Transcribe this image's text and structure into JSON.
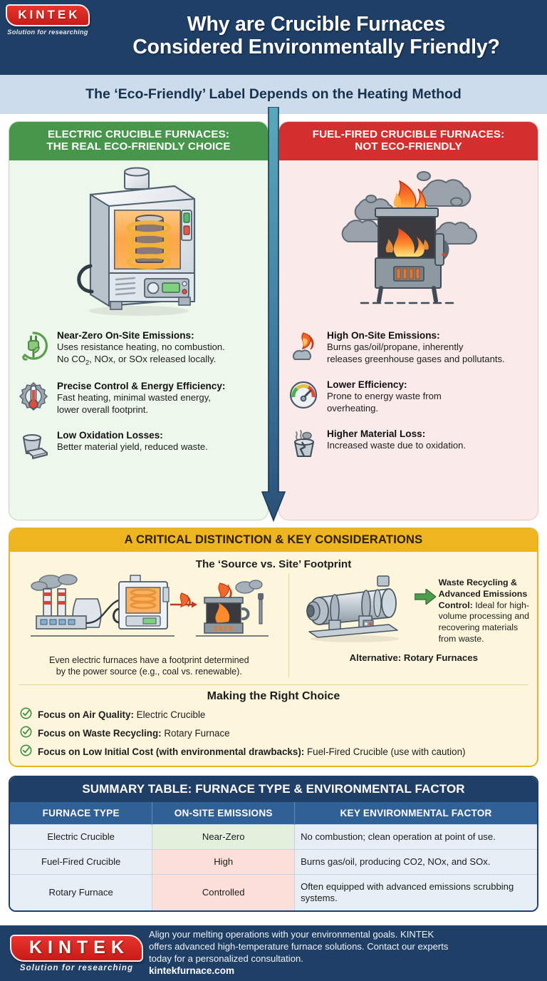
{
  "header": {
    "title_line1": "Why are Crucible Furnaces",
    "title_line2": "Considered Environmentally Friendly?",
    "logo_word": "KINTEK",
    "logo_tagline": "Solution for researching"
  },
  "subtitle": "The ‘Eco-Friendly’ Label Depends on the Heating Method",
  "comparison": {
    "left": {
      "head_line1": "ELECTRIC CRUCIBLE FURNACES:",
      "head_line2": "THE REAL ECO-FRIENDLY CHOICE",
      "illustration": "electric-crucible-furnace-illustration",
      "features": [
        {
          "icon": "eco-plug-icon",
          "title": "Near-Zero On-Site Emissions:",
          "body_line1": "Uses resistance heating, no combustion.",
          "body_line2_a": "No CO",
          "body_line2_sub": "2",
          "body_line2_b": ", NOx, or SOx released locally."
        },
        {
          "icon": "thermometer-gear-icon",
          "title": "Precise Control & Energy Efficiency:",
          "body_line1": "Fast heating, minimal wasted energy,",
          "body_line2": "lower overall footprint."
        },
        {
          "icon": "crucible-ingot-icon",
          "title": "Low Oxidation Losses:",
          "body_line1": "Better material yield, reduced waste."
        }
      ]
    },
    "right": {
      "head_line1": "FUEL-FIRED CRUCIBLE FURNACES:",
      "head_line2": "NOT ECO-FRIENDLY",
      "illustration": "fuel-fired-furnace-smoke-illustration",
      "features": [
        {
          "icon": "flame-cloud-icon",
          "title": "High On-Site Emissions:",
          "body_line1": "Burns gas/oil/propane, inherently",
          "body_line2": "releases greenhouse gases and pollutants."
        },
        {
          "icon": "gauge-icon",
          "title": "Lower Efficiency:",
          "body_line1": "Prone to energy waste from",
          "body_line2": "overheating."
        },
        {
          "icon": "cracked-crucible-icon",
          "title": "Higher Material Loss:",
          "body_line1": "Increased waste due to oxidation."
        }
      ]
    },
    "center_arrow_icon": "down-arrow-icon"
  },
  "critical": {
    "heading": "A CRITICAL DISTINCTION & KEY CONSIDERATIONS",
    "source_vs_site": {
      "title": "The ‘Source vs. Site’ Footprint",
      "illustration": "power-plant-to-furnace-flow-illustration",
      "caption_line1": "Even electric furnaces have a footprint determined",
      "caption_line2": "by the power source (e.g., coal vs. renewable)."
    },
    "rotary": {
      "illustration": "rotary-furnace-illustration",
      "arrow_icon": "right-arrow-icon",
      "bold_part": "Waste Recycling & Advanced Emissions Control:",
      "rest": " Ideal for high-volume processing and recovering materials from waste.",
      "caption": "Alternative: Rotary Furnaces"
    },
    "choice_title": "Making the Right Choice",
    "choices": [
      {
        "icon": "check-circle-icon",
        "bold": "Focus on Air Quality:",
        "rest": " Electric Crucible"
      },
      {
        "icon": "check-circle-icon",
        "bold": "Focus on Waste Recycling:",
        "rest": " Rotary Furnace"
      },
      {
        "icon": "check-circle-icon",
        "bold": "Focus on Low Initial Cost (with environmental drawbacks):",
        "rest": " Fuel-Fired Crucible (use with caution)"
      }
    ]
  },
  "summary_table": {
    "title": "SUMMARY TABLE: FURNACE TYPE & ENVIRONMENTAL FACTOR",
    "columns": [
      "FURNACE TYPE",
      "ON-SITE EMISSIONS",
      "KEY ENVIRONMENTAL FACTOR"
    ],
    "rows": [
      {
        "type": "Electric Crucible",
        "emissions": "Near-Zero",
        "factor": "No combustion; clean operation at point of use.",
        "emission_tone": "good"
      },
      {
        "type": "Fuel-Fired Crucible",
        "emissions": "High",
        "factor": "Burns gas/oil, producing CO2, NOx, and SOx.",
        "emission_tone": "bad"
      },
      {
        "type": "Rotary Furnace",
        "emissions": "Controlled",
        "factor": "Often equipped with advanced emissions scrubbing systems.",
        "emission_tone": "mid"
      }
    ]
  },
  "footer": {
    "logo_word": "KINTEK",
    "logo_tagline": "Solution for researching",
    "text_line1": "Align your melting operations with your environmental goals. KINTEK",
    "text_line2": "offers advanced high-temperature furnace solutions. Contact our experts",
    "text_line3": "today for a personalized consultation.",
    "url": "kintekfurnace.com"
  },
  "colors": {
    "header_navy": "#1f3f66",
    "subtitle_band": "#cddcea",
    "good_green": "#47964b",
    "bad_red": "#d32f2f",
    "yellow": "#eeb521",
    "table_header_blue": "#2f6096"
  }
}
